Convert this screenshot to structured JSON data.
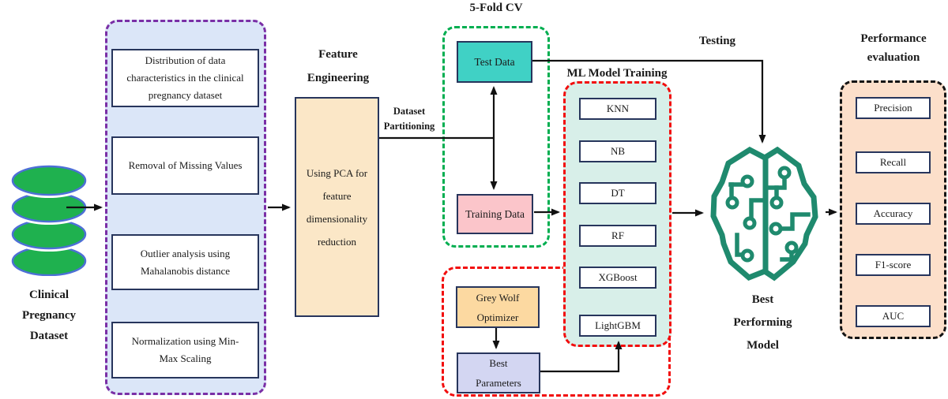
{
  "source": {
    "label": [
      "Clinical",
      "Pregnancy",
      "Dataset"
    ]
  },
  "preprocessing": {
    "steps": [
      [
        "Distribution of data",
        "characteristics in the clinical",
        "pregnancy dataset"
      ],
      [
        "Removal of Missing Values"
      ],
      [
        "Outlier analysis using",
        "Mahalanobis distance"
      ],
      [
        "Normalization using Min-",
        "Max Scaling"
      ]
    ]
  },
  "feature_engineering": {
    "title": [
      "Feature",
      "Engineering"
    ],
    "pca": [
      "Using PCA for",
      "feature",
      "dimensionality",
      "reduction"
    ]
  },
  "partitioning": {
    "label": [
      "Dataset",
      "Partitioning"
    ]
  },
  "cv": {
    "title": "5-Fold CV",
    "test": "Test Data",
    "train": "Training Data"
  },
  "training": {
    "title": "ML Model Training",
    "models": [
      "KNN",
      "NB",
      "DT",
      "RF",
      "XGBoost",
      "LightGBM"
    ]
  },
  "optimizer": {
    "gwo": [
      "Grey Wolf",
      "Optimizer"
    ],
    "best_params": [
      "Best",
      "Parameters"
    ]
  },
  "testing": {
    "label": "Testing"
  },
  "best_model": {
    "label": [
      "Best",
      "Performing",
      "Model"
    ]
  },
  "evaluation": {
    "title": [
      "Performance",
      "evaluation"
    ],
    "metrics": [
      "Precision",
      "Recall",
      "Accuracy",
      "F1-score",
      "AUC"
    ]
  },
  "colors": {
    "preprocessing_fill": "#dbe6f8",
    "preprocessing_border": "#7a2fa6",
    "node_border": "#27355c",
    "pca_fill": "#fbe7c7",
    "cv_border": "#00ae50",
    "test_fill": "#40d1c5",
    "train_fill": "#fbc5ca",
    "ml_fill": "#d8efe9",
    "ml_border": "#f20d0d",
    "gwo_fill": "#fcd9a1",
    "best_params_fill": "#d3d6f2",
    "evaluation_fill": "#fcdfca",
    "evaluation_border": "#141414",
    "db_green": "#1fb14f",
    "db_stroke": "#4d6fd6",
    "brain_green": "#1f8a6e",
    "arrow": "#111111"
  }
}
